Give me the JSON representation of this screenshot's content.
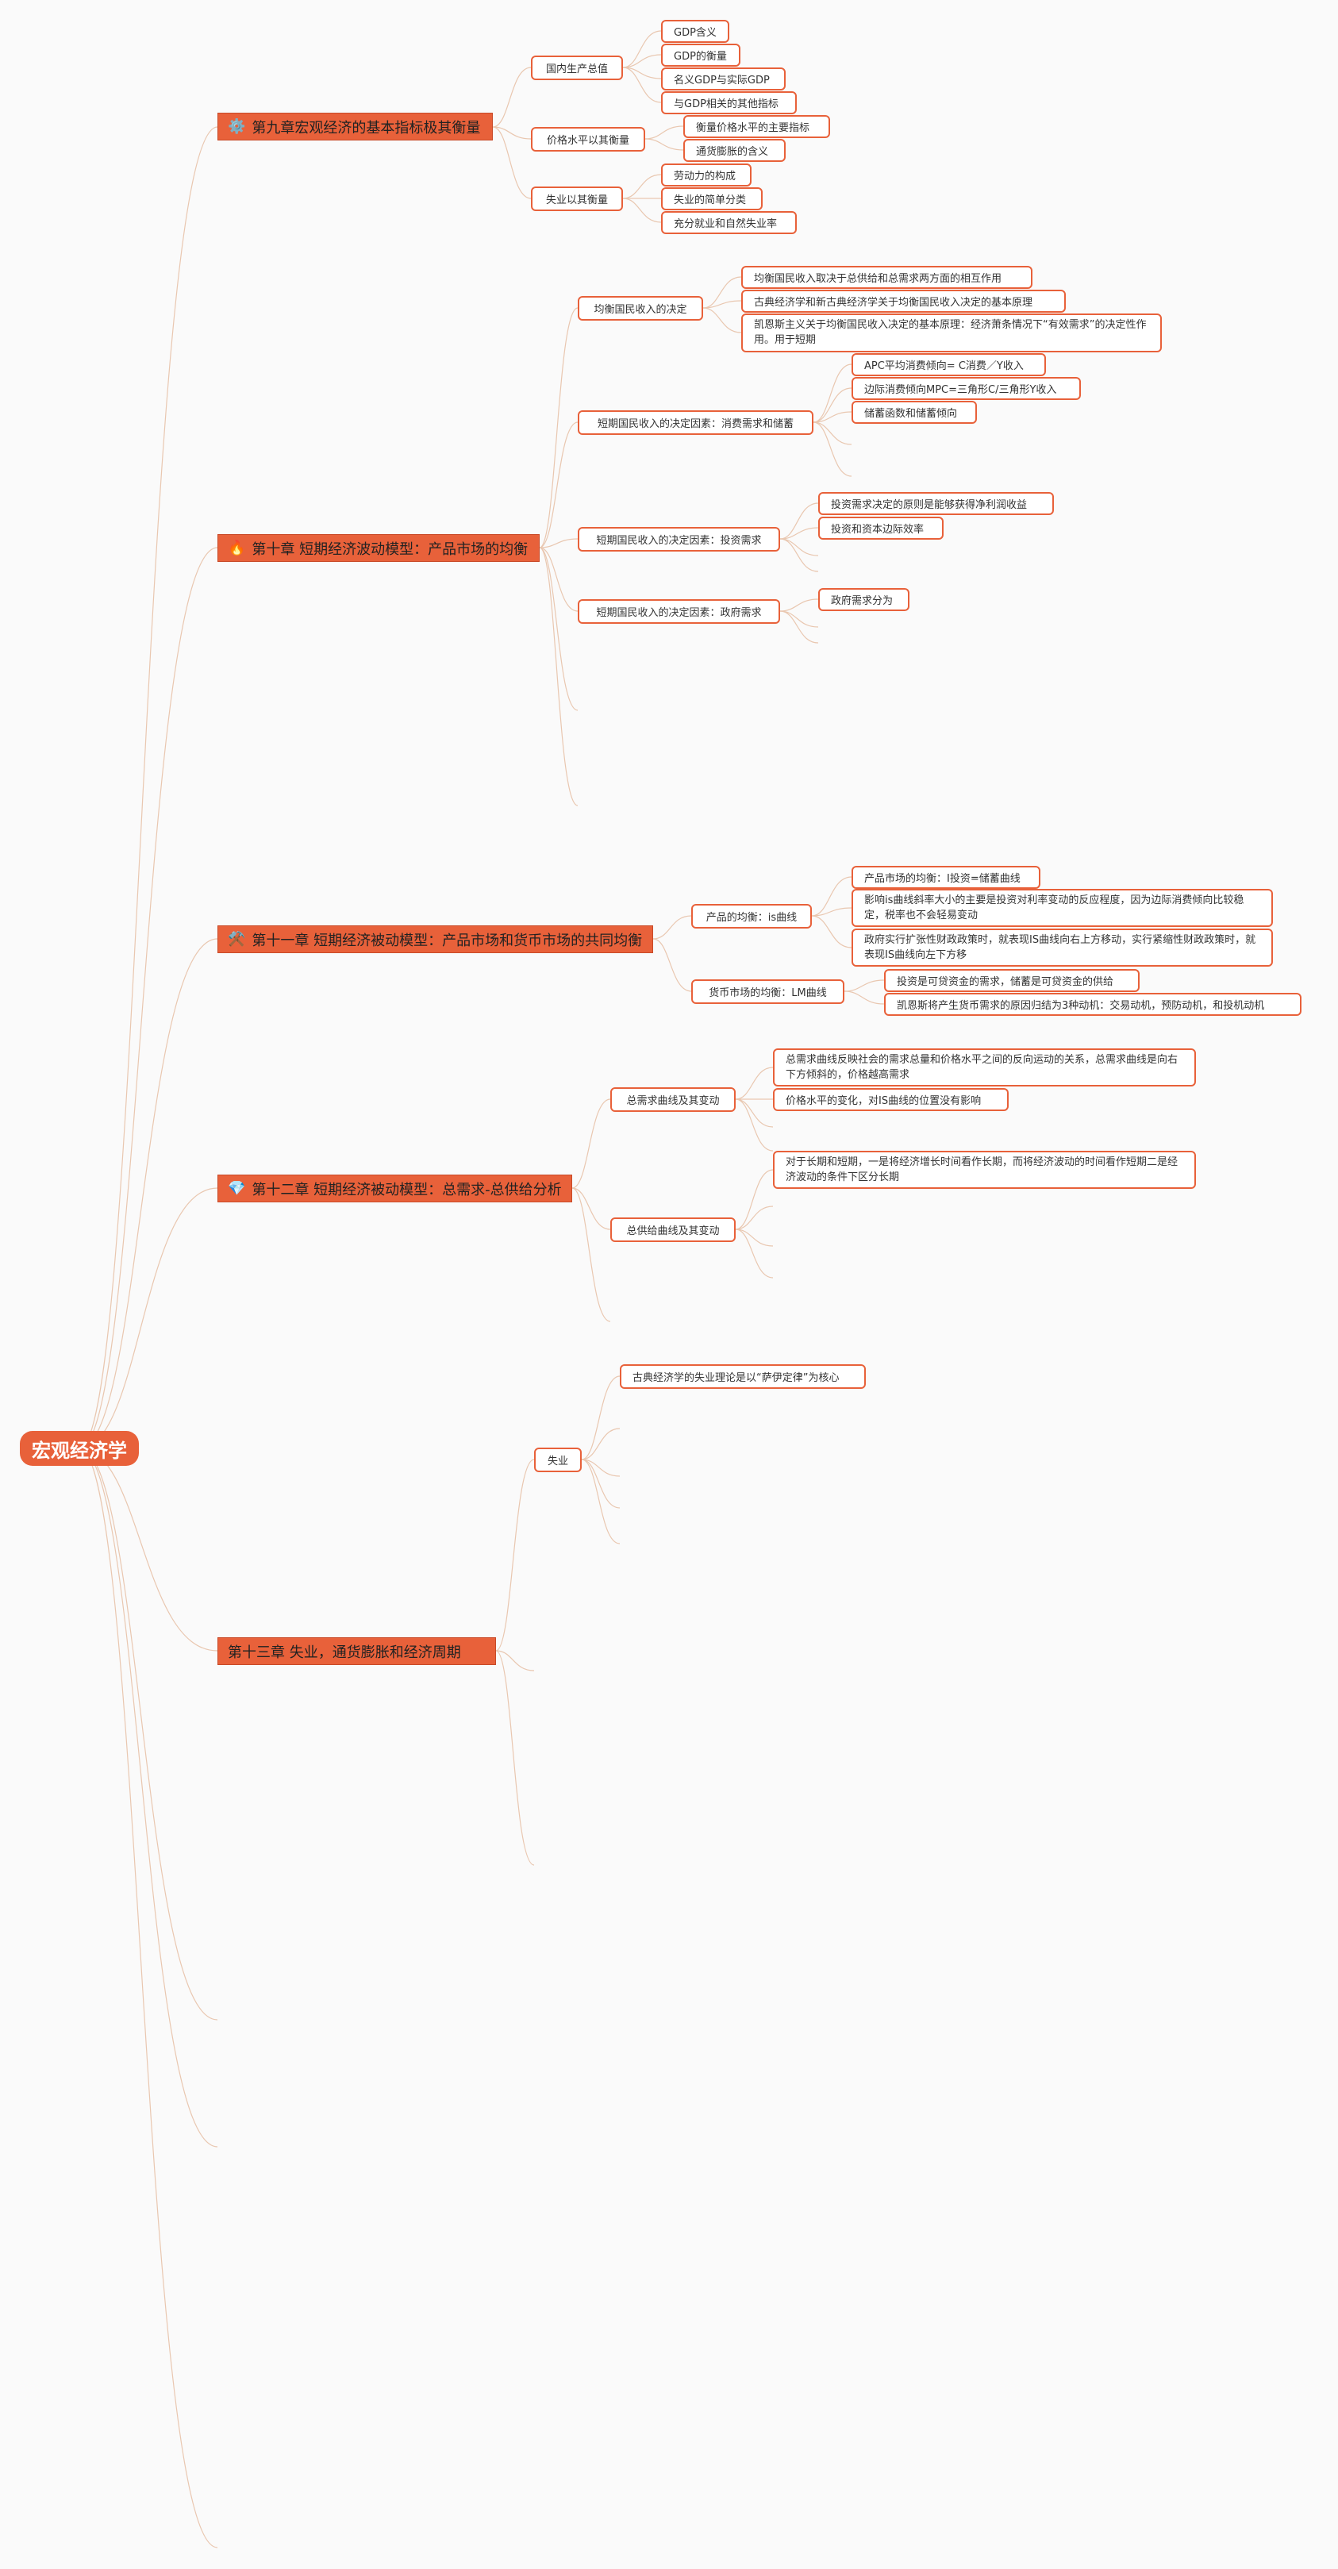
{
  "root": {
    "label": "宏观经济学"
  },
  "chapters": [
    {
      "icon": "gear-icon",
      "emoji": "⚙️",
      "label": "第九章宏观经济的基本指标极其衡量",
      "subs": [
        {
          "label": "国内生产总值",
          "leaves": [
            "GDP含义",
            "GDP的衡量",
            "名义GDP与实际GDP",
            "与GDP相关的其他指标"
          ]
        },
        {
          "label": "价格水平以其衡量",
          "leaves": [
            "衡量价格水平的主要指标",
            "通货膨胀的含义"
          ]
        },
        {
          "label": "失业以其衡量",
          "leaves": [
            "劳动力的构成",
            "失业的简单分类",
            "充分就业和自然失业率"
          ]
        }
      ]
    },
    {
      "icon": "fire-icon",
      "emoji": "🔥",
      "label": "第十章 短期经济波动模型：产品市场的均衡",
      "subs": [
        {
          "label": "均衡国民收入的决定",
          "leaves": [
            "均衡国民收入取决于总供给和总需求两方面的相互作用",
            "古典经济学和新古典经济学关于均衡国民收入决定的基本原理",
            "凯恩斯主义关于均衡国民收入决定的基本原理：经济萧条情况下“有效需求”的决定性作用。用于短期"
          ]
        },
        {
          "label": "短期国民收入的决定因素：消费需求和储蓄",
          "leaves": [
            "APC平均消费倾向= C消费／Y收入",
            "边际消费倾向MPC=三角形C/三角形Y收入",
            "储蓄函数和储蓄倾向"
          ]
        },
        {
          "label": "短期国民收入的决定因素：投资需求",
          "leaves": [
            "投资需求决定的原则是能够获得净利润收益",
            "投资和资本边际效率"
          ]
        },
        {
          "label": "短期国民收入的决定因素：政府需求",
          "leaves": [
            "政府需求分为"
          ]
        }
      ]
    },
    {
      "icon": "tools-icon",
      "emoji": "⚒️",
      "label": "第十一章 短期经济被动模型：产品市场和货币市场的共同均衡",
      "subs": [
        {
          "label": "产品的均衡：is曲线",
          "leaves": [
            "产品市场的均衡：I投资=储蓄曲线",
            "影响is曲线斜率大小的主要是投资对利率变动的反应程度，因为边际消费倾向比较稳定，税率也不会轻易变动",
            "政府实行扩张性财政政策时，就表现IS曲线向右上方移动，实行紧缩性财政政策时，就表现IS曲线向左下方移"
          ]
        },
        {
          "label": "货币市场的均衡：LM曲线",
          "leaves": [
            "投资是可贷资金的需求，储蓄是可贷资金的供给",
            "凯恩斯将产生货币需求的原因归结为3种动机：交易动机，预防动机，和投机动机"
          ]
        }
      ]
    },
    {
      "icon": "gem-icon",
      "emoji": "💎",
      "label": "第十二章 短期经济被动模型：总需求-总供给分析",
      "subs": [
        {
          "label": "总需求曲线及其变动",
          "leaves": [
            "总需求曲线反映社会的需求总量和价格水平之间的反向运动的关系，总需求曲线是向右下方倾斜的，价格越高需求",
            "价格水平的变化，对IS曲线的位置没有影响"
          ]
        },
        {
          "label": "总供给曲线及其变动",
          "leaves": [
            "对于长期和短期，一是将经济增长时间看作长期，而将经济波动的时间看作短期二是经济波动的条件下区分长期"
          ]
        }
      ]
    },
    {
      "icon": "",
      "emoji": "",
      "label": "第十三章 失业，通货膨胀和经济周期",
      "subs": [
        {
          "label": "失业",
          "leaves": [
            "古典经济学的失业理论是以“萨伊定律”为核心"
          ]
        }
      ]
    }
  ]
}
